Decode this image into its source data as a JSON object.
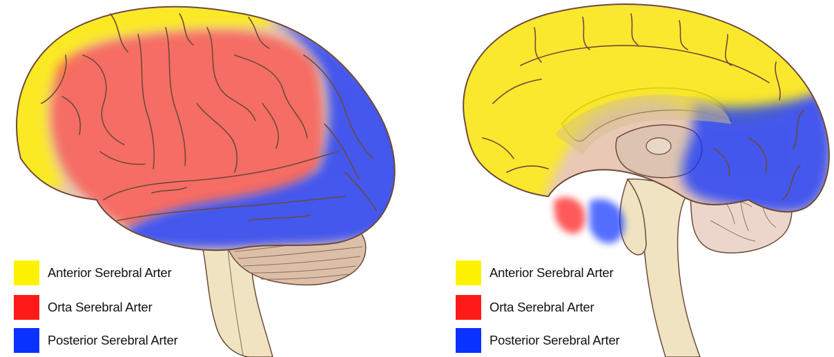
{
  "colors": {
    "anterior": "#fff200",
    "middle": "#ff1a1a",
    "posterior": "#0a32ff",
    "outline": "#5a3a2e",
    "tissue": "#e8c8b4",
    "stem": "#efe3c2"
  },
  "left_panel": {
    "view": "lateral",
    "legend": [
      {
        "color_key": "anterior",
        "label": "Anterior Serebral Arter"
      },
      {
        "color_key": "middle",
        "label": "Orta Serebral Arter"
      },
      {
        "color_key": "posterior",
        "label": "Posterior Serebral Arter"
      }
    ]
  },
  "right_panel": {
    "view": "medial",
    "legend": [
      {
        "color_key": "anterior",
        "label": "Anterior Serebral Arter"
      },
      {
        "color_key": "middle",
        "label": "Orta Serebral Arter"
      },
      {
        "color_key": "posterior",
        "label": "Posterior Serebral Arter"
      }
    ]
  }
}
